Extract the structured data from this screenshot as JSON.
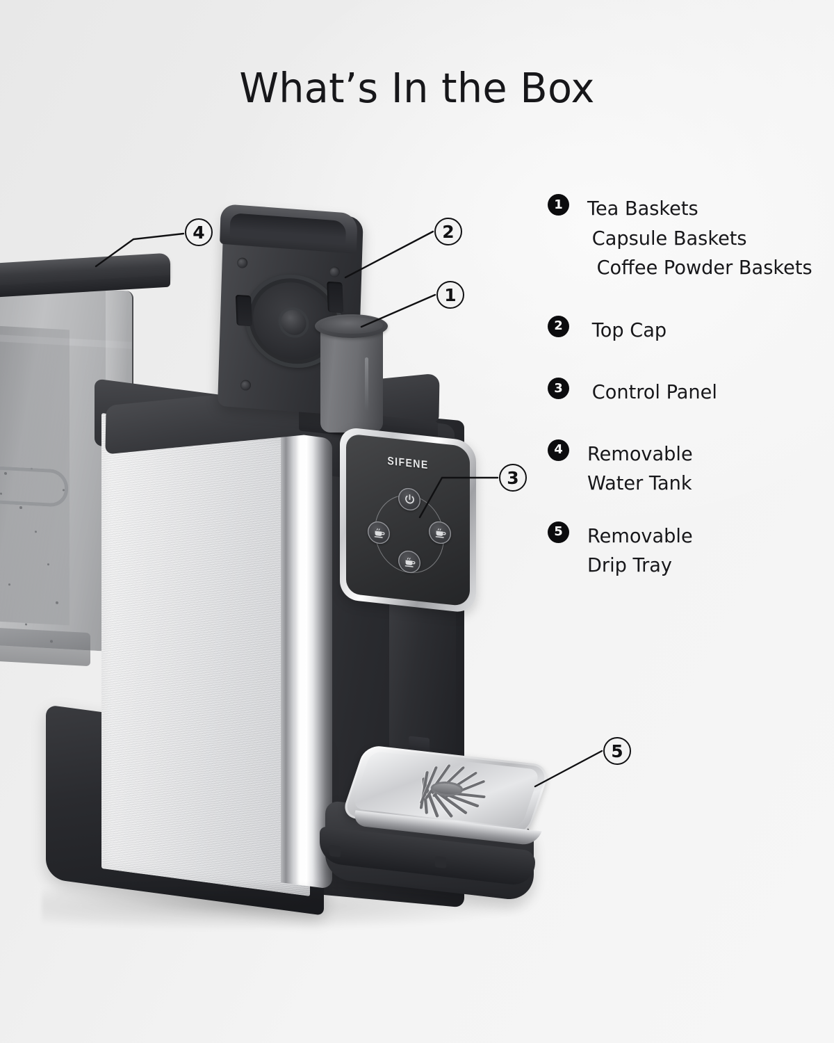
{
  "page": {
    "title": "What’s In the Box",
    "background_color": "#f0f0f0",
    "text_color": "#17171a"
  },
  "legend": {
    "items": [
      {
        "number": "1",
        "lines": [
          "Tea Baskets",
          "Capsule Baskets",
          "Coffee Powder Baskets"
        ]
      },
      {
        "number": "2",
        "lines": [
          "Top Cap"
        ]
      },
      {
        "number": "3",
        "lines": [
          "Control Panel"
        ]
      },
      {
        "number": "4",
        "lines": [
          "Removable",
          "Water Tank"
        ]
      },
      {
        "number": "5",
        "lines": [
          "Removable",
          "Drip Tray"
        ]
      }
    ]
  },
  "callouts": [
    {
      "number": "1",
      "target": "capsule-basket"
    },
    {
      "number": "2",
      "target": "top-cap"
    },
    {
      "number": "3",
      "target": "control-panel"
    },
    {
      "number": "4",
      "target": "water-tank"
    },
    {
      "number": "5",
      "target": "drip-tray"
    }
  ],
  "product": {
    "brand": "SIFENE",
    "control_panel": {
      "buttons": [
        {
          "name": "power-button",
          "icon": "power-icon"
        },
        {
          "name": "large-cup-button",
          "icon": "coffee-cup-icon"
        },
        {
          "name": "medium-cup-button",
          "icon": "coffee-cup-icon"
        },
        {
          "name": "small-cup-button",
          "icon": "coffee-cup-icon"
        }
      ]
    }
  },
  "colors": {
    "badge_fill": "#0c0c0e",
    "badge_text": "#ffffff",
    "callout_fill": "#f2f2f2",
    "callout_stroke": "#101012",
    "steel_light": "#fbfbfb",
    "steel_dark": "#d2d3d6",
    "body_black": "#2a2b2f"
  }
}
